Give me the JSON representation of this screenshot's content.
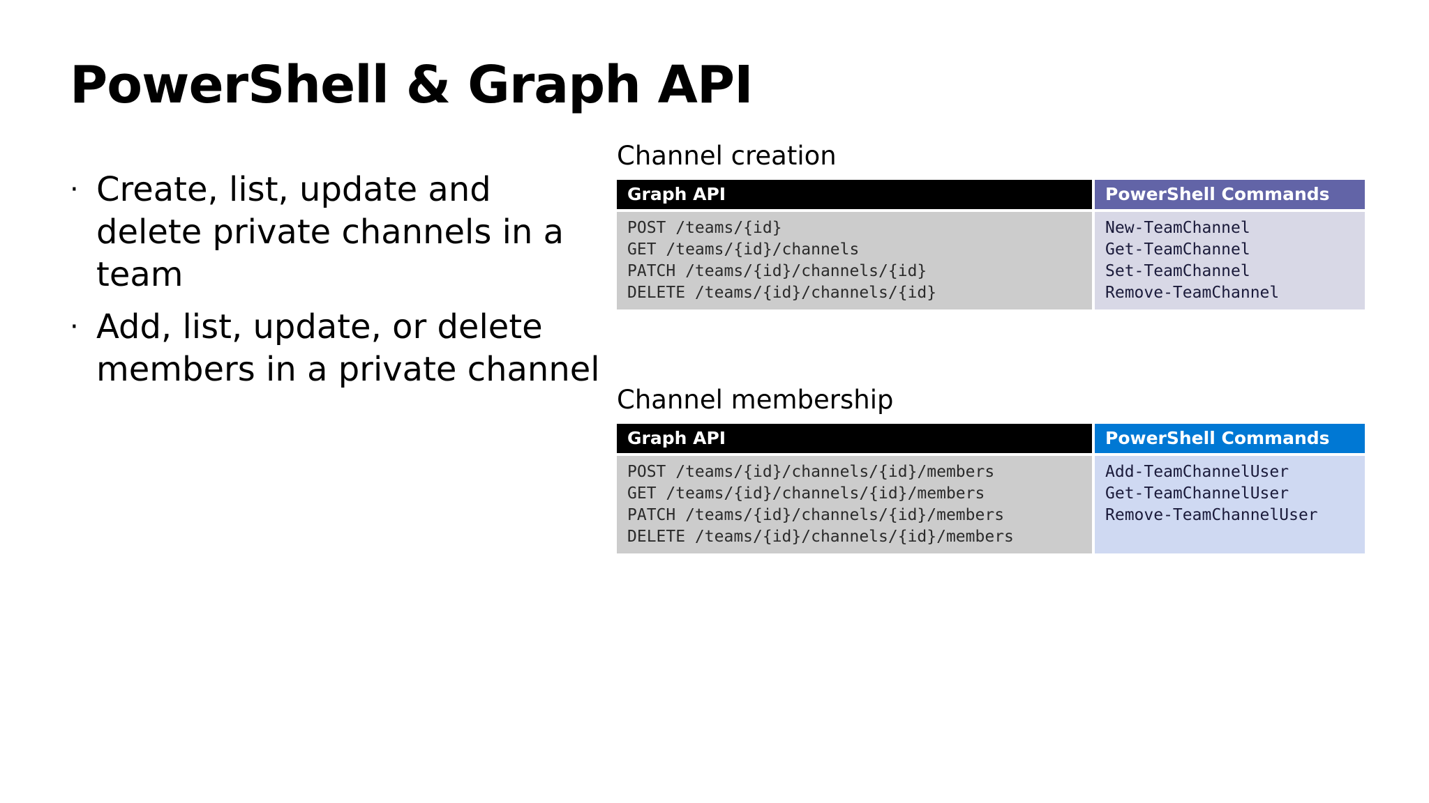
{
  "slide": {
    "title": "PowerShell & Graph API",
    "bullets": [
      "Create, list, update and delete private channels in a team",
      "Add, list, update, or delete members in a private channel"
    ],
    "bullet_marker": "·"
  },
  "channel_creation": {
    "title": "Channel creation",
    "header_graph": "Graph API",
    "header_powershell": "PowerShell Commands",
    "graph_rows": [
      "POST /teams/{id}",
      "GET /teams/{id}/channels",
      "PATCH /teams/{id}/channels/{id}",
      "DELETE /teams/{id}/channels/{id}"
    ],
    "powershell_rows": [
      "New-TeamChannel",
      "Get-TeamChannel",
      "Set-TeamChannel",
      "Remove-TeamChannel"
    ]
  },
  "channel_membership": {
    "title": "Channel membership",
    "header_graph": "Graph API",
    "header_powershell": "PowerShell Commands",
    "graph_rows": [
      "POST /teams/{id}/channels/{id}/members",
      "GET /teams/{id}/channels/{id}/members",
      "PATCH /teams/{id}/channels/{id}/members",
      "DELETE /teams/{id}/channels/{id}/members"
    ],
    "powershell_rows": [
      "Add-TeamChannelUser",
      "Get-TeamChannelUser",
      "Remove-TeamChannelUser"
    ]
  },
  "colors": {
    "creation_header": "#6264a7",
    "creation_cell": "#d8d8e6",
    "membership_header": "#0078d4",
    "membership_cell": "#cfd9f2"
  }
}
